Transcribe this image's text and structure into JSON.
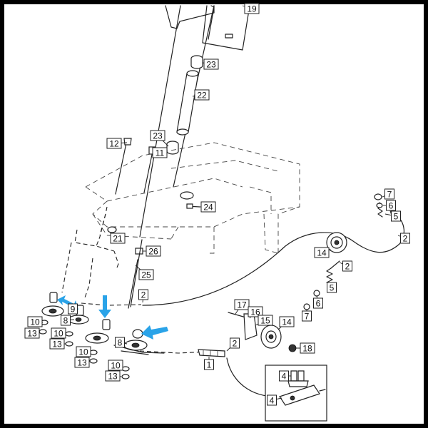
{
  "labels": {
    "l19": "19",
    "l23a": "23",
    "l22": "22",
    "l12": "12",
    "l23b": "23",
    "l11": "11",
    "l24": "24",
    "l21": "21",
    "l26": "26",
    "l25": "25",
    "l2a": "2",
    "l10a": "10",
    "l8a": "8",
    "l9": "9",
    "l13a": "13",
    "l10b": "10",
    "l13b": "13",
    "l10c": "10",
    "l13c": "13",
    "l8b": "8",
    "l10d": "10",
    "l13d": "13",
    "l7a": "7",
    "l6a": "6",
    "l5a": "5",
    "l2b": "2",
    "l14a": "14",
    "l2c": "2",
    "l5b": "5",
    "l6b": "6",
    "l7b": "7",
    "l17": "17",
    "l16": "16",
    "l15": "15",
    "l14b": "14",
    "l18": "18",
    "l2d": "2",
    "l1": "1",
    "l4a": "4",
    "l4b": "4"
  },
  "colors": {
    "arrow": "#2aa3e8",
    "line": "#222222",
    "frame": "#000000"
  }
}
